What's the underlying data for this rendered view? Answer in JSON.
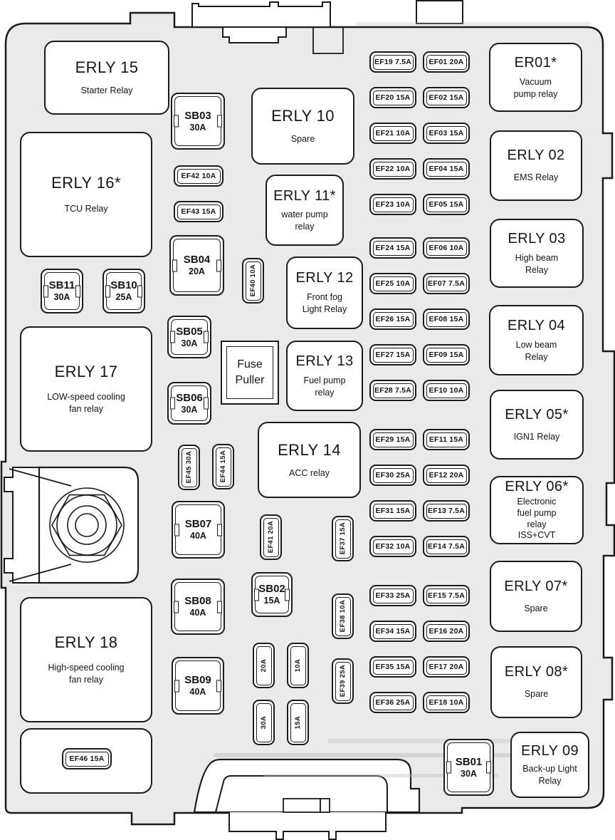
{
  "colors": {
    "body_fill": "#eaeaea",
    "line": "#1b1b1b",
    "box_fill": "#ffffff"
  },
  "relays": {
    "erly15": {
      "title": "ERLY 15",
      "sub": "Starter Relay"
    },
    "erly16": {
      "title": "ERLY 16*",
      "sub": "TCU Relay"
    },
    "erly17": {
      "title": "ERLY 17",
      "sub": "LOW-speed cooling fan relay"
    },
    "erly18": {
      "title": "ERLY 18",
      "sub": "High-speed cooling fan relay"
    },
    "erly10": {
      "title": "ERLY 10",
      "sub": "Spare"
    },
    "erly11": {
      "title": "ERLY 11*",
      "sub": "water pump relay"
    },
    "erly12": {
      "title": "ERLY 12",
      "sub": "Front fog Light Relay"
    },
    "erly13": {
      "title": "ERLY 13",
      "sub": "Fuel pump relay"
    },
    "erly14": {
      "title": "ERLY 14",
      "sub": "ACC relay"
    },
    "er01": {
      "title": "ER01*",
      "sub": "Vacuum pump relay"
    },
    "erly02": {
      "title": "ERLY 02",
      "sub": "EMS Relay"
    },
    "erly03": {
      "title": "ERLY 03",
      "sub": "High beam Relay"
    },
    "erly04": {
      "title": "ERLY 04",
      "sub": "Low beam Relay"
    },
    "erly05": {
      "title": "ERLY 05*",
      "sub": "IGN1 Relay"
    },
    "erly06": {
      "title": "ERLY 06*",
      "sub": "Electronic fuel pump relay ISS+CVT"
    },
    "erly07": {
      "title": "ERLY 07*",
      "sub": "Spare"
    },
    "erly08": {
      "title": "ERLY 08*",
      "sub": "Spare"
    },
    "erly09": {
      "title": "ERLY 09",
      "sub": "Back-up Light Relay"
    }
  },
  "sb": {
    "sb01": {
      "name": "SB01",
      "amp": "30A"
    },
    "sb02": {
      "name": "SB02",
      "amp": "15A"
    },
    "sb03": {
      "name": "SB03",
      "amp": "30A"
    },
    "sb04": {
      "name": "SB04",
      "amp": "20A"
    },
    "sb05": {
      "name": "SB05",
      "amp": "30A"
    },
    "sb06": {
      "name": "SB06",
      "amp": "30A"
    },
    "sb07": {
      "name": "SB07",
      "amp": "40A"
    },
    "sb08": {
      "name": "SB08",
      "amp": "40A"
    },
    "sb09": {
      "name": "SB09",
      "amp": "40A"
    },
    "sb10": {
      "name": "SB10",
      "amp": "25A"
    },
    "sb11": {
      "name": "SB11",
      "amp": "30A"
    }
  },
  "mini": {
    "ef37": "EF37 15A",
    "ef38": "EF38 10A",
    "ef39": "EF39 25A",
    "ef40": "EF40 10A",
    "ef41": "EF41 20A",
    "ef42": "EF42 10A",
    "ef43": "EF43 15A",
    "ef44": "EF44 15A",
    "ef45": "EF45 30A",
    "ef46": "EF46 15A",
    "spare20": "20A",
    "spare10": "10A",
    "spare30": "30A",
    "spare15": "15A"
  },
  "fuse_puller": {
    "line1": "Fuse",
    "line2": "Puller"
  },
  "fuse_groups": [
    {
      "rows": [
        {
          "l": "EF19 7.5A",
          "r": "EF01 20A"
        },
        {
          "l": "EF20 15A",
          "r": "EF02 15A"
        },
        {
          "l": "EF21 10A",
          "r": "EF03 15A"
        },
        {
          "l": "EF22 10A",
          "r": "EF04 15A"
        },
        {
          "l": "EF23 10A",
          "r": "EF05 15A"
        }
      ]
    },
    {
      "rows": [
        {
          "l": "EF24 15A",
          "r": "EF06 10A"
        },
        {
          "l": "EF25 10A",
          "r": "EF07 7.5A"
        },
        {
          "l": "EF26 15A",
          "r": "EF08 15A"
        },
        {
          "l": "EF27 15A",
          "r": "EF09 15A"
        },
        {
          "l": "EF28 7.5A",
          "r": "EF10 10A"
        }
      ]
    },
    {
      "rows": [
        {
          "l": "EF29 15A",
          "r": "EF11 15A"
        },
        {
          "l": "EF30 25A",
          "r": "EF12 20A"
        },
        {
          "l": "EF31 15A",
          "r": "EF13 7.5A"
        },
        {
          "l": "EF32 10A",
          "r": "EF14 7.5A"
        }
      ]
    },
    {
      "rows": [
        {
          "l": "EF33 25A",
          "r": "EF15 7.5A"
        },
        {
          "l": "EF34 15A",
          "r": "EF16 20A"
        },
        {
          "l": "EF35 15A",
          "r": "EF17 20A"
        },
        {
          "l": "EF36 25A",
          "r": "EF18 10A"
        }
      ]
    }
  ]
}
